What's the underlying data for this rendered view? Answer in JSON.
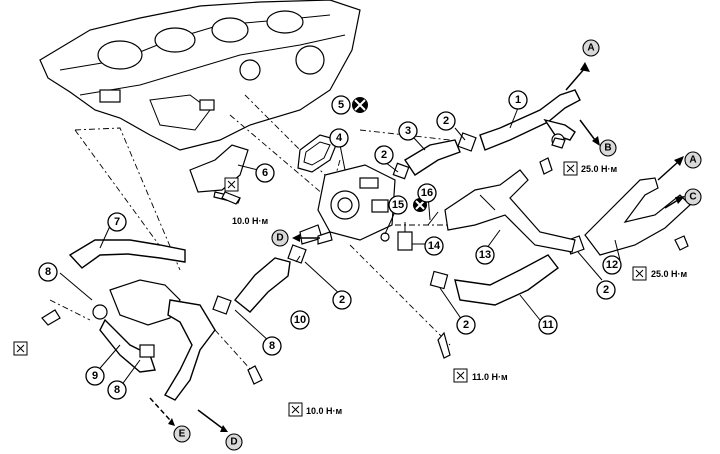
{
  "callouts": [
    "1",
    "2",
    "3",
    "2",
    "4",
    "5",
    "6",
    "7",
    "8",
    "8",
    "8",
    "9",
    "10",
    "11",
    "12",
    "13",
    "14",
    "15",
    "16",
    "2",
    "2",
    "2"
  ],
  "arrow_labels": {
    "A1": "A",
    "B": "B",
    "A2": "A",
    "C": "C",
    "D1": "D",
    "D2": "D",
    "E": "E"
  },
  "torques": {
    "t1": "25.0 Н·м",
    "t2": "10.0 Н·м",
    "t3": "25.0 Н·м",
    "t4": "11.0 Н·м",
    "t5": "10.0 Н·м"
  }
}
